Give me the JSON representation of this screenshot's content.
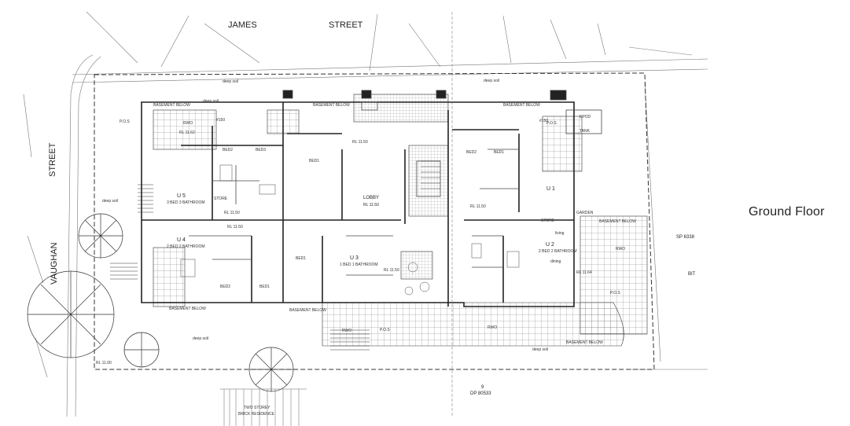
{
  "caption": "Ground Floor",
  "streets": {
    "north": [
      "JAMES",
      "STREET"
    ],
    "west": [
      "STREET",
      "VAUGHAN"
    ]
  },
  "rooms": {
    "lobby": "LOBBY",
    "lobby_rl": "RL 11.50",
    "u5": "U 5",
    "u5_sub": "3 BED 3 BATHROOM",
    "u4": "U 4",
    "u4_sub": "2 BED 2 BATHROOM",
    "u3": "U 3",
    "u3_sub": "1 BED 1 BATHROOM",
    "u2": "U 2",
    "u2_sub": "2 BED 2 BATHROOM",
    "u1": "U 1",
    "bed1_a": "BED1",
    "bed2_a": "BED2",
    "bed3_a": "BED3",
    "bed1_b": "BED1",
    "bed2_b": "BED2",
    "bed1_c": "BED1",
    "bed2_c": "BED2",
    "bed1_d": "BED1",
    "living": "living",
    "dining": "dining"
  },
  "labels": {
    "basement_below": "BASEMENT BELOW",
    "deep_soil": "deep soil",
    "pos": "P.O.S",
    "dp": "DP 80533",
    "lot": "9",
    "sp": "SP 6338",
    "bit": "BIT",
    "two_storey": "TWO STOREY",
    "brick_res": "BRICK RESIDENCE",
    "rl_1150": "RL 11.50",
    "rl_1164": "RL 11.64",
    "rl_1162": "RL 11.62",
    "rl_1100": "RL 11.00",
    "rwo": "RWO",
    "fw": "#150",
    "garden": "GARDEN",
    "store": "STORE",
    "epod": "EPOD",
    "tank": "TANK"
  }
}
